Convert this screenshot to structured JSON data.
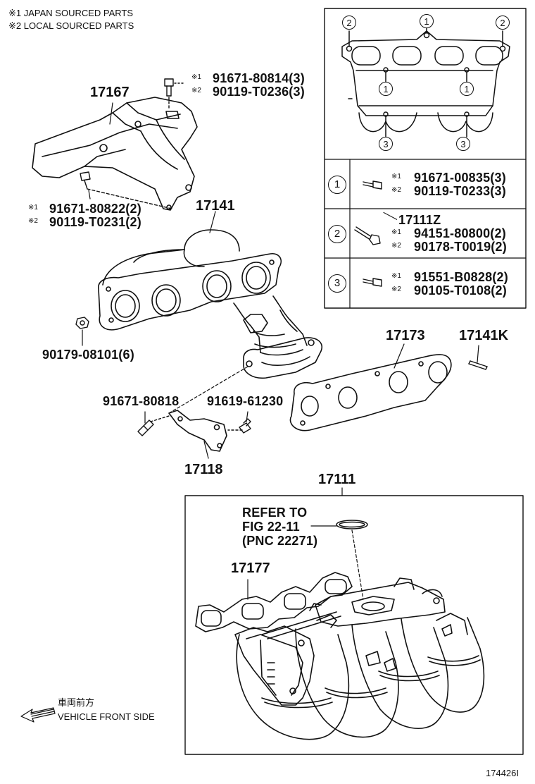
{
  "legend": {
    "line1": "※1 JAPAN SOURCED PARTS",
    "line2": "※2 LOCAL SOURCED PARTS"
  },
  "key_table": {
    "top_marks": [
      "2",
      "1",
      "2"
    ],
    "mid_marks": [
      "1",
      "1"
    ],
    "bottom_marks": [
      "3",
      "3"
    ],
    "rows": [
      {
        "mark": "1",
        "lines": [
          {
            "tag": "※1",
            "pn": "91671-00835(3)"
          },
          {
            "tag": "※2",
            "pn": "90119-T0233(3)"
          }
        ]
      },
      {
        "mark": "2",
        "head": "17111Z",
        "lines": [
          {
            "tag": "※1",
            "pn": "94151-80800(2)"
          },
          {
            "tag": "※2",
            "pn": "90178-T0019(2)"
          }
        ]
      },
      {
        "mark": "3",
        "lines": [
          {
            "tag": "※1",
            "pn": "91551-B0828(2)"
          },
          {
            "tag": "※2",
            "pn": "90105-T0108(2)"
          }
        ]
      }
    ]
  },
  "parts": {
    "p17167": "17167",
    "bolt_top": {
      "tag1": "※1",
      "pn1": "91671-80814(3)",
      "tag2": "※2",
      "pn2": "90119-T0236(3)"
    },
    "bolt_left": {
      "tag1": "※1",
      "pn1": "91671-80822(2)",
      "tag2": "※2",
      "pn2": "90119-T0231(2)"
    },
    "p17141": "17141",
    "p90179": "90179-08101(6)",
    "p17173": "17173",
    "p17141k": "17141K",
    "p91671": "91671-80818",
    "p91619": "91619-61230",
    "p17118": "17118",
    "p17111": "17111",
    "refer": {
      "line1": "REFER TO",
      "line2": "FIG 22-11",
      "line3": "(PNC 22271)"
    },
    "p17177": "17177"
  },
  "front": {
    "jp": "車両前方",
    "en": "VEHICLE FRONT SIDE"
  },
  "figure_id": "174426I"
}
